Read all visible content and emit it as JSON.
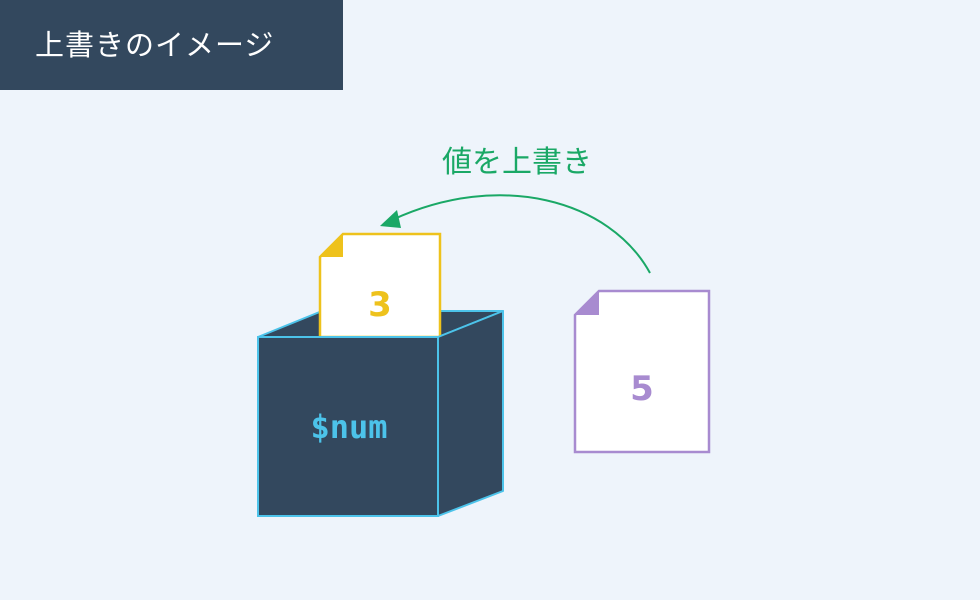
{
  "header": {
    "title": "上書きのイメージ"
  },
  "diagram": {
    "caption": "値を上書き",
    "variable_name": "$num",
    "old_value": "3",
    "new_value": "5"
  },
  "colors": {
    "background": "#eef4fb",
    "header_bg": "#33485e",
    "box_fill": "#33485e",
    "box_stroke": "#4cc3ea",
    "variable_text": "#4cc3ea",
    "old_doc_accent": "#eec21c",
    "new_doc_accent": "#a88bd0",
    "arrow": "#1aa866"
  }
}
